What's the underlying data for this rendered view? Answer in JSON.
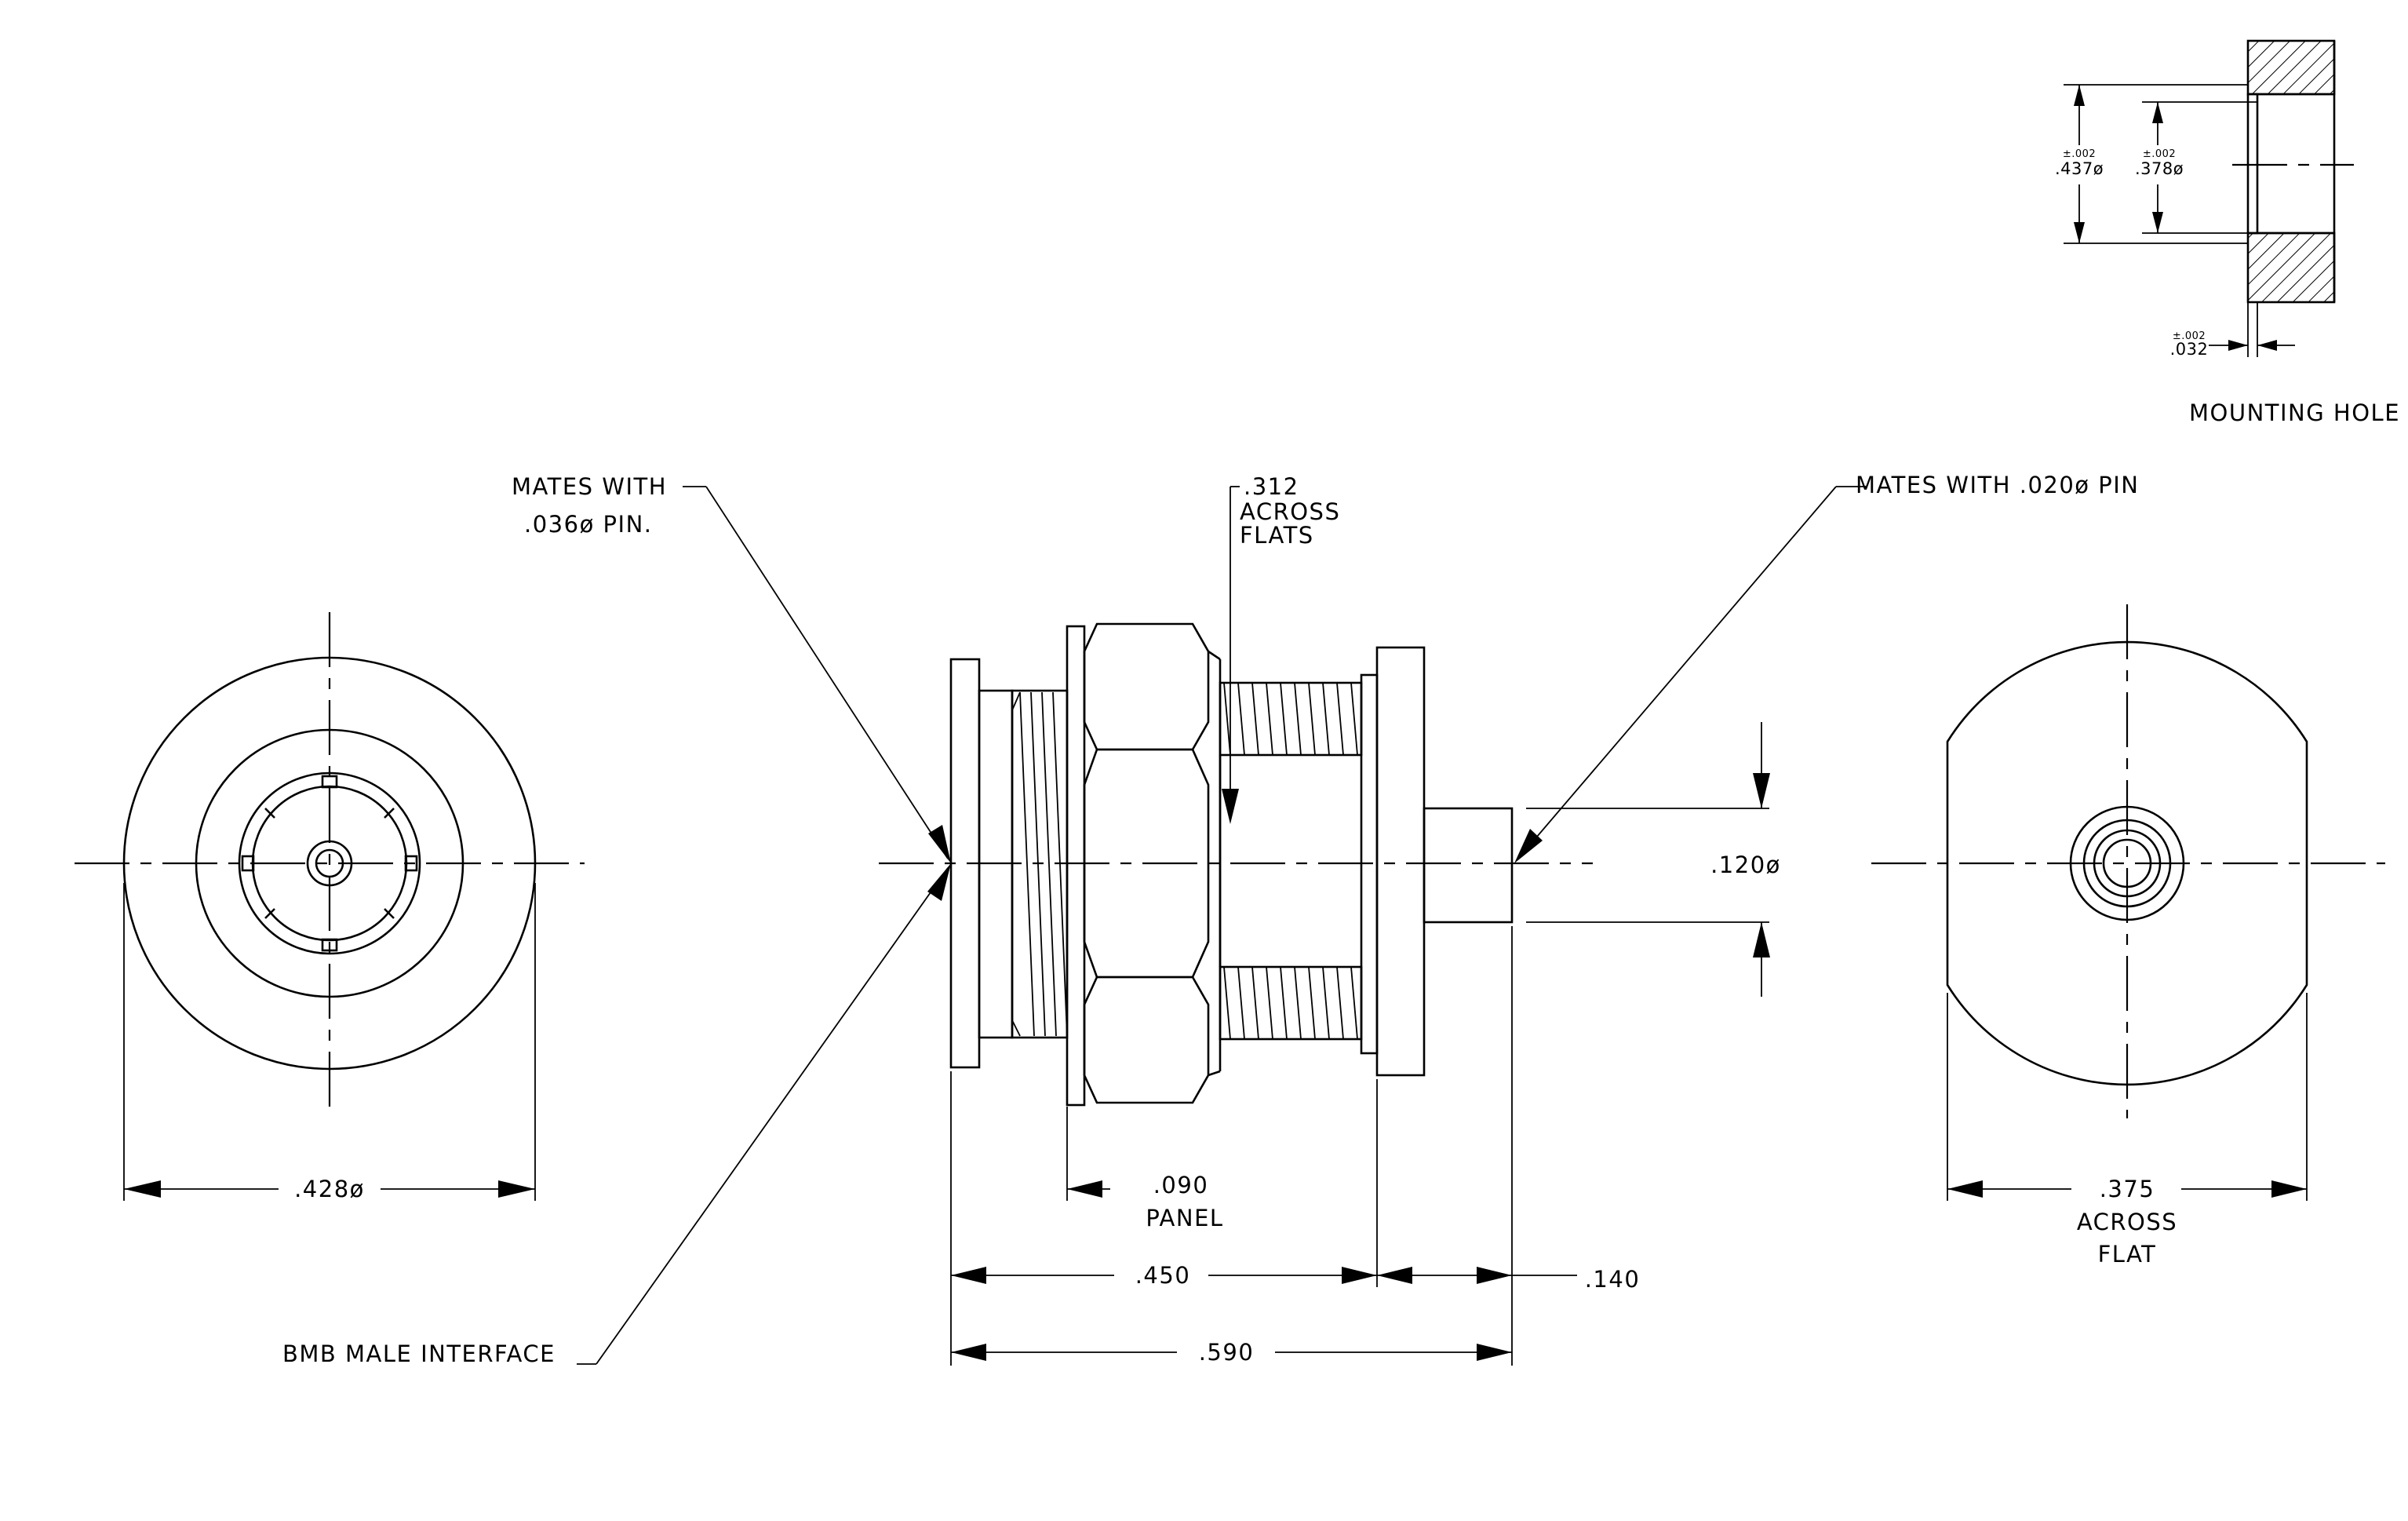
{
  "labels": {
    "mates_with_1": "MATES WITH",
    "mates_with_2": ".036ø  PIN.",
    "across_flats_1": ".312",
    "across_flats_2": "ACROSS",
    "across_flats_3": "FLATS",
    "mates_pin": "MATES WITH .020ø PIN",
    "bmb_male": "BMB MALE INTERFACE",
    "mounting_hole": "MOUNTING HOLE"
  },
  "dimensions": {
    "front_dia": ".428ø",
    "pin_dia": ".120ø",
    "panel_val": ".090",
    "panel_lbl": "PANEL",
    "len_450": ".450",
    "len_140": ".140",
    "len_590": ".590",
    "flat_val": ".375",
    "flat_lbl1": "ACROSS",
    "flat_lbl2": "FLAT",
    "hole_437": ".437ø",
    "hole_378": ".378ø",
    "hole_032": ".032",
    "tol": "±.002"
  }
}
